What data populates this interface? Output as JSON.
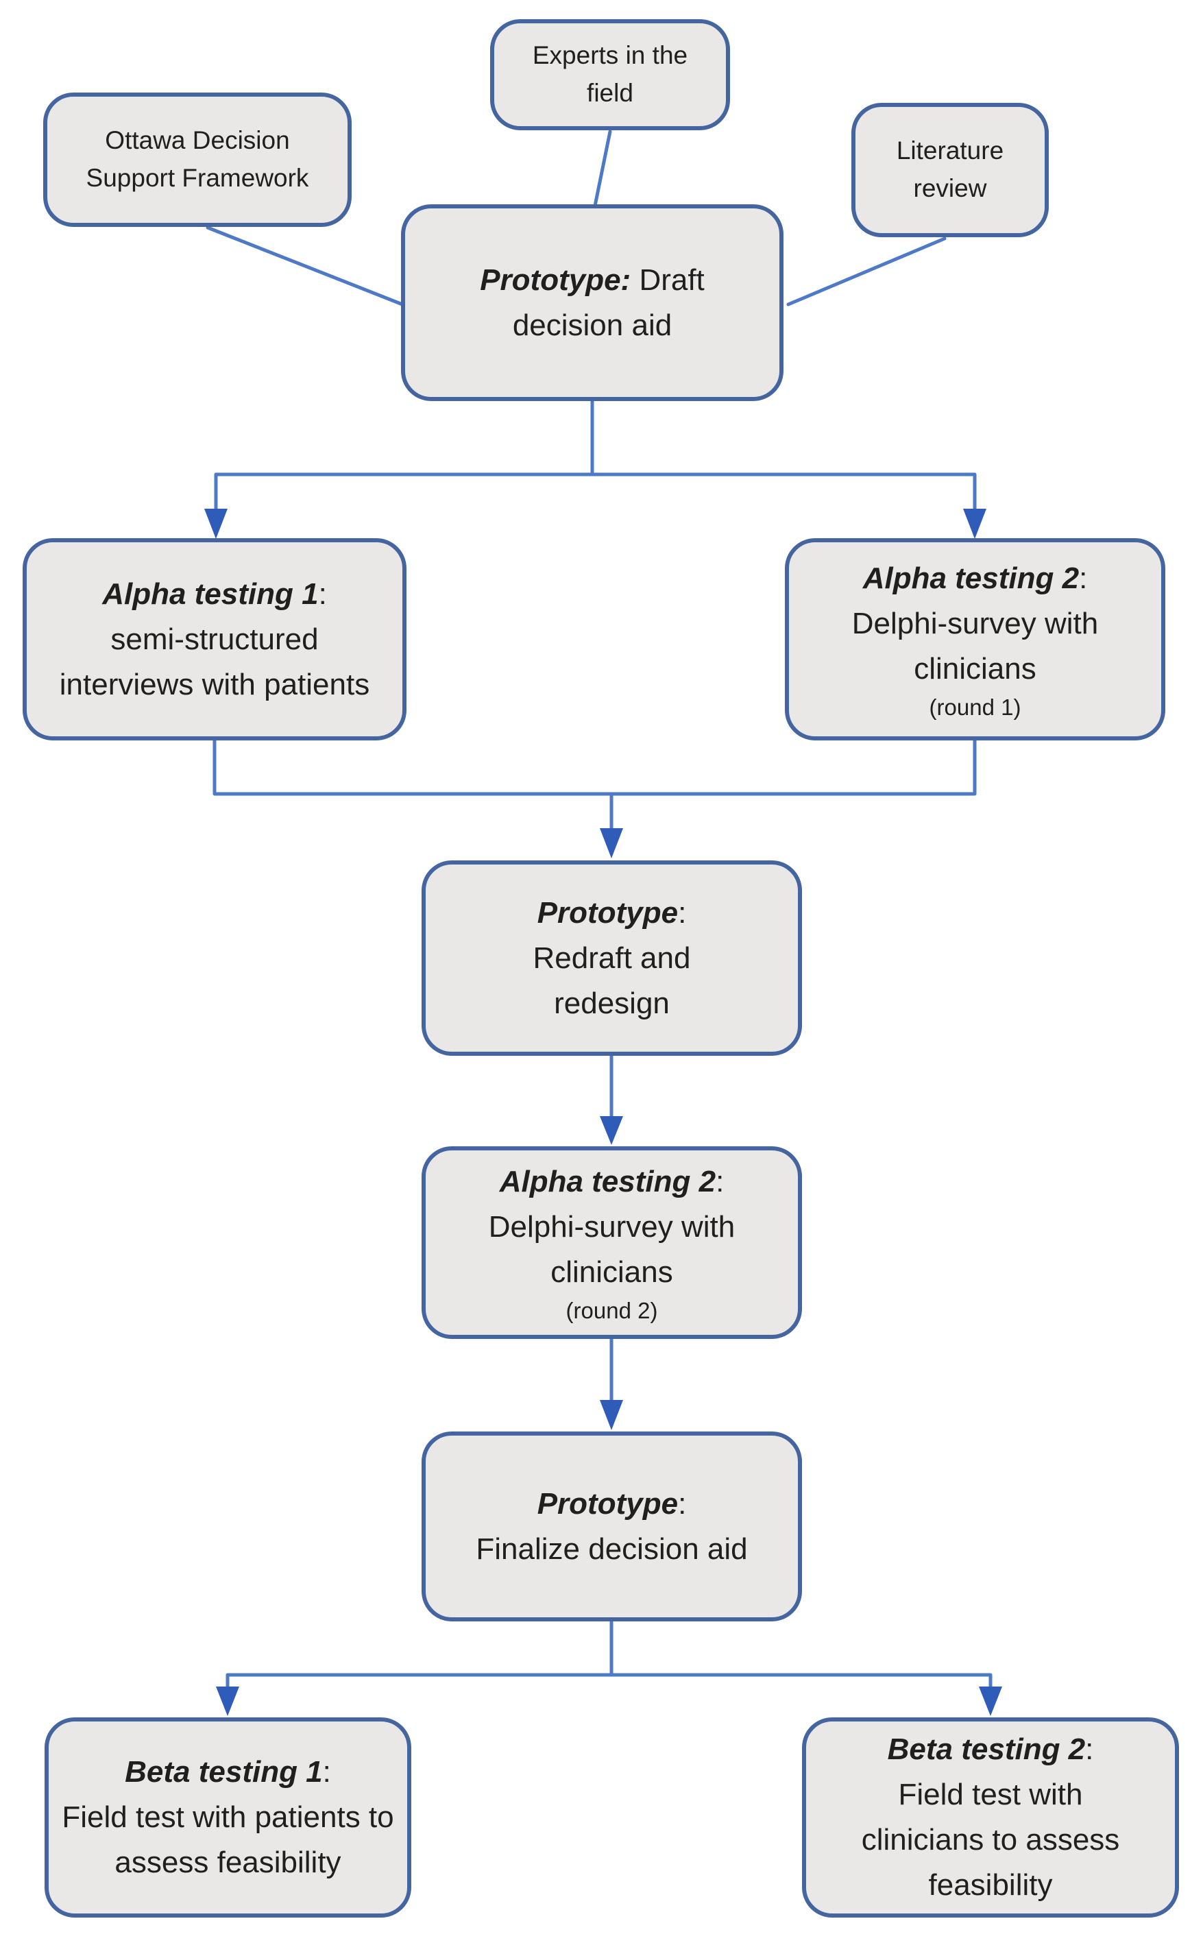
{
  "diagram": {
    "nodes": {
      "experts": {
        "text": "Experts in the field"
      },
      "framework": {
        "text": "Ottawa Decision Support Framework"
      },
      "literature": {
        "text": "Literature review"
      },
      "prototype_draft": {
        "heading": "Prototype:",
        "body": "Draft decision aid"
      },
      "alpha_testing_1": {
        "heading": "Alpha testing 1",
        "colon": ":",
        "body": "semi-structured interviews with patients"
      },
      "alpha_testing_2_round1": {
        "heading": "Alpha testing 2",
        "colon": ":",
        "body": "Delphi-survey with clinicians",
        "note": "(round 1)"
      },
      "prototype_redraft": {
        "heading": "Prototype",
        "colon": ":",
        "body": "Redraft and redesign"
      },
      "alpha_testing_2_round2": {
        "heading": "Alpha testing 2",
        "colon": ":",
        "body": "Delphi-survey with clinicians",
        "note": "(round 2)"
      },
      "prototype_finalize": {
        "heading": "Prototype",
        "colon": ":",
        "body": "Finalize decision aid"
      },
      "beta_testing_1": {
        "heading": "Beta testing 1",
        "colon": ":",
        "body": "Field test with patients to assess feasibility"
      },
      "beta_testing_2": {
        "heading": "Beta testing 2",
        "colon": ":",
        "body": "Field test with clinicians to assess feasibility"
      }
    },
    "colors": {
      "box_fill": "#e9e8e7",
      "box_border": "#44659f",
      "connector": "#4d79c7",
      "arrowhead": "#2e5cb8",
      "text": "#1f1f1f"
    }
  }
}
